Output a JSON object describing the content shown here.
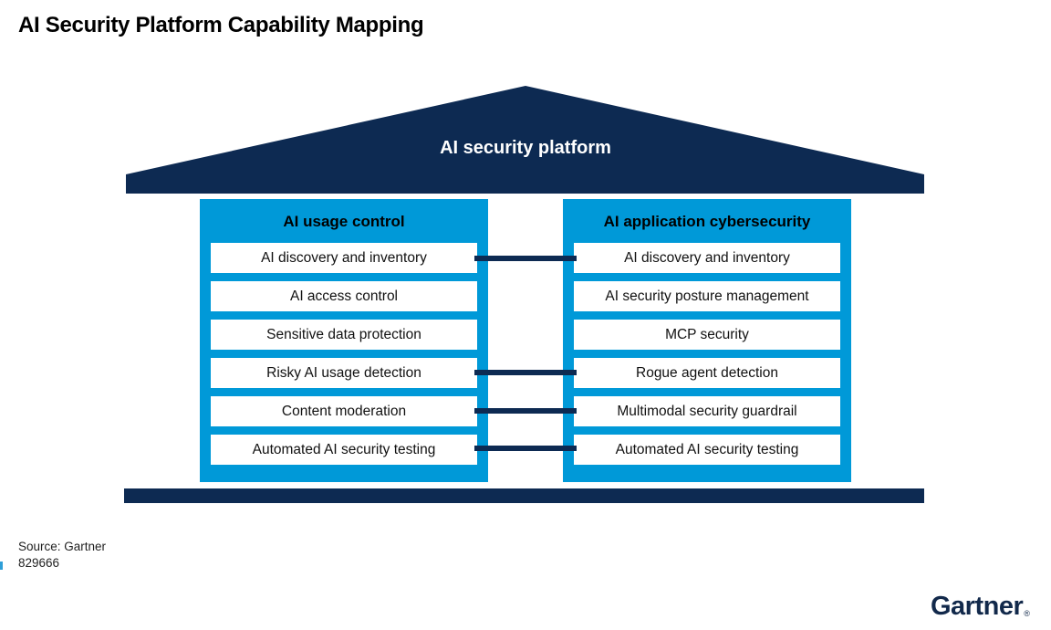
{
  "page": {
    "title": "AI Security Platform Capability Mapping"
  },
  "roof": {
    "label": "AI security platform"
  },
  "columns": [
    {
      "header": "AI usage control",
      "items": [
        "AI discovery and inventory",
        "AI access control",
        "Sensitive data protection",
        "Risky AI usage detection",
        "Content moderation",
        "Automated AI security testing"
      ]
    },
    {
      "header": "AI application cybersecurity",
      "items": [
        "AI discovery and inventory",
        "AI security posture management",
        "MCP security",
        "Rogue agent detection",
        "Multimodal security guardrail",
        "Automated AI security testing"
      ]
    }
  ],
  "connectors": [
    {
      "from": "AI discovery and inventory",
      "to": "AI discovery and inventory",
      "row_index": 0
    },
    {
      "from": "Risky AI usage detection",
      "to": "Rogue agent detection",
      "row_index": 3
    },
    {
      "from": "Content moderation",
      "to": "Multimodal security guardrail",
      "row_index": 4
    },
    {
      "from": "Automated AI security testing",
      "to": "Automated AI security testing",
      "row_index": 5
    }
  ],
  "footer": {
    "source_line1": "Source: Gartner",
    "source_line2": "829666",
    "logo_text": "Gartner",
    "registered_mark": "®"
  },
  "colors": {
    "navy": "#0d2a52",
    "blue": "#0099d8",
    "white": "#ffffff"
  }
}
